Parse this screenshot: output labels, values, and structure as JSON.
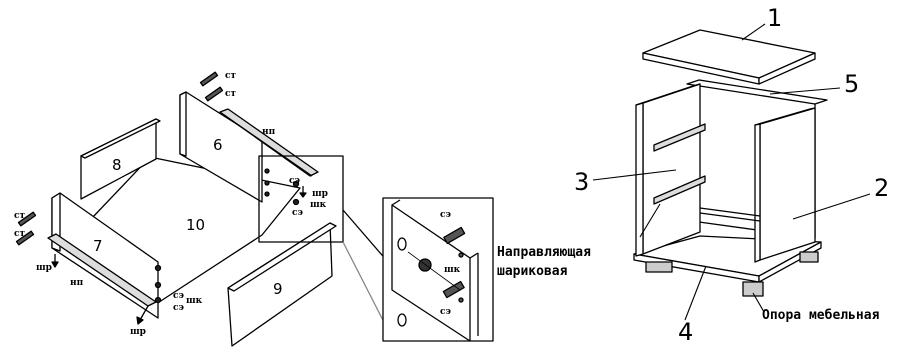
{
  "drawer": {
    "parts": {
      "p6": "6",
      "p7": "7",
      "p8": "8",
      "p9": "9",
      "p10": "10"
    },
    "hardware": {
      "ct": "ст",
      "np": "нп",
      "shr": "шр",
      "se": "сэ",
      "shk": "шк"
    }
  },
  "cabinet": {
    "parts": {
      "p1": "1",
      "p2": "2",
      "p3": "3",
      "p4": "4",
      "p5": "5"
    },
    "notes": {
      "guide_line1": "Направляющая",
      "guide_line2": "шариковая",
      "support": "Опора мебельная"
    }
  }
}
